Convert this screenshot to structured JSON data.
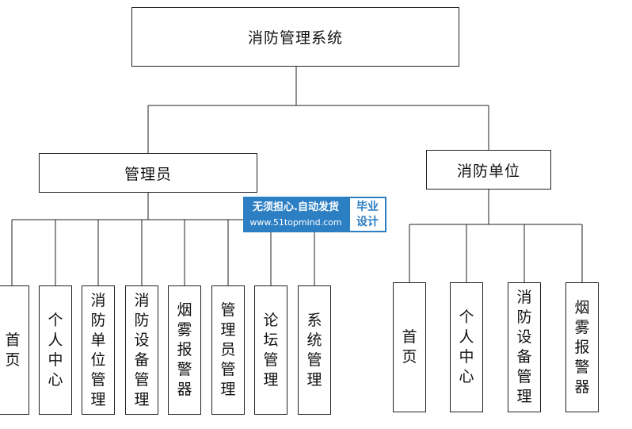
{
  "root": {
    "label": "消防管理系统"
  },
  "branches": [
    {
      "label": "管理员",
      "children": [
        "首页",
        "个人中心",
        "消防单位管理",
        "消防设备管理",
        "烟雾报警器",
        "管理员管理",
        "论坛管理",
        "系统管理"
      ]
    },
    {
      "label": "消防单位",
      "children": [
        "首页",
        "个人中心",
        "消防设备管理",
        "烟雾报警器"
      ]
    }
  ],
  "watermark": {
    "line1": "无须担心.自动发货",
    "line2": "www.51topmind.com",
    "side_line1": "毕业",
    "side_line2": "设计"
  }
}
